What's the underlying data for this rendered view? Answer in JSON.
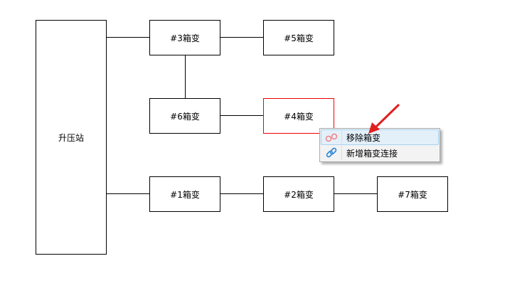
{
  "diagram": {
    "station": "升压站",
    "boxes": {
      "b3": "#3箱变",
      "b5": "#5箱变",
      "b6": "#6箱变",
      "b4": "#4箱变",
      "b1": "#1箱变",
      "b2": "#2箱变",
      "b7": "#7箱变"
    }
  },
  "context_menu": {
    "items": [
      {
        "label": "移除箱变",
        "icon": "broken-link-icon"
      },
      {
        "label": "新增箱变连接",
        "icon": "link-icon"
      }
    ]
  },
  "colors": {
    "selected": "#ee0000",
    "arrow": "#e02020"
  }
}
